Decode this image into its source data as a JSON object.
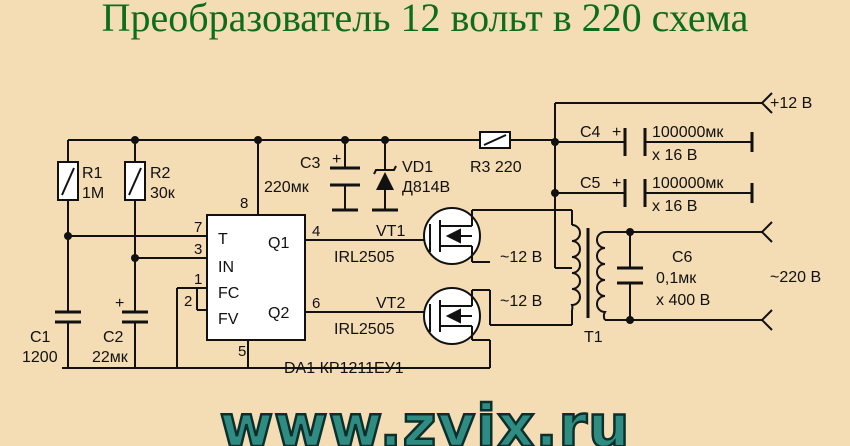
{
  "title": "Преобразователь 12 вольт в 220 схема",
  "labels": {
    "plus12": "+12 В",
    "r1_name": "R1",
    "r1_val": "1М",
    "r2_name": "R2",
    "r2_val": "30к",
    "r3": "R3  220",
    "c1_name": "C1",
    "c1_val": "1200",
    "c2_name": "C2",
    "c2_val": "22мк",
    "c3_name": "C3",
    "c3_val": "220мк",
    "vd1_name": "VD1",
    "vd1_val": "Д814В",
    "c4_name": "C4",
    "c4_val": "100000мк",
    "c4_volt": "x 16 В",
    "c5_name": "C5",
    "c5_val": "100000мк",
    "c5_volt": "x 16 В",
    "c6_name": "C6",
    "c6_val": "0,1мк",
    "c6_volt": "x 400 В",
    "vt1_name": "VT1",
    "vt1_val": "IRL2505",
    "vt2_name": "VT2",
    "vt2_val": "IRL2505",
    "tr_top": "~12 В",
    "tr_bot": "~12 В",
    "t1": "T1",
    "out220": "~220 В",
    "ic": "DA1  КР1211ЕУ1",
    "ic_pins": {
      "p7": "7",
      "p3": "3",
      "p1": "1",
      "p2": "2",
      "p8": "8",
      "p5": "5",
      "p4": "4",
      "p6": "6"
    },
    "ic_labels": {
      "t": "T",
      "in": "IN",
      "fc": "FC",
      "fv": "FV",
      "q1": "Q1",
      "q2": "Q2"
    },
    "plus_sign": "+"
  },
  "watermark": "www.zvix.ru"
}
